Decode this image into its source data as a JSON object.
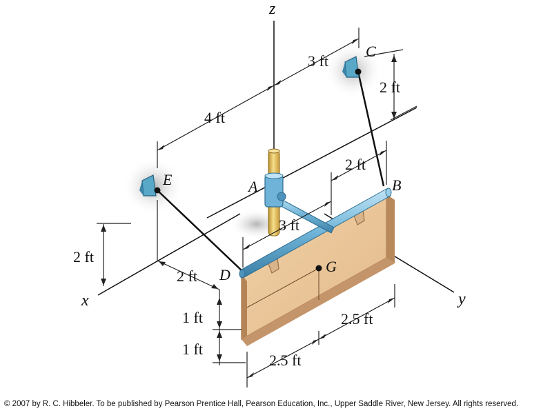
{
  "axes": {
    "x": "x",
    "y": "y",
    "z": "z"
  },
  "points": {
    "A": "A",
    "B": "B",
    "C": "C",
    "D": "D",
    "E": "E",
    "G": "G"
  },
  "dimensions": {
    "d_3ft_top": "3 ft",
    "d_2ft_C": "2 ft",
    "d_4ft": "4 ft",
    "d_2ft_B": "2 ft",
    "d_3ft_rod": "3 ft",
    "d_2ft_E": "2 ft",
    "d_2ft_D": "2 ft",
    "d_1ft_upper": "1 ft",
    "d_1ft_lower": "1 ft",
    "d_25ft_right": "2.5 ft",
    "d_25ft_bottom": "2.5 ft"
  },
  "colors": {
    "rod": "#6fb4d8",
    "shaft": "#e8c25a",
    "sign": "#e8c39a",
    "sign_edge": "#c99b6a",
    "support": "#5aa8c8"
  },
  "copyright": "© 2007 by R. C. Hibbeler. To be published by Pearson Prentice Hall, Pearson Education, Inc., Upper Saddle River, New Jersey. All rights reserved."
}
